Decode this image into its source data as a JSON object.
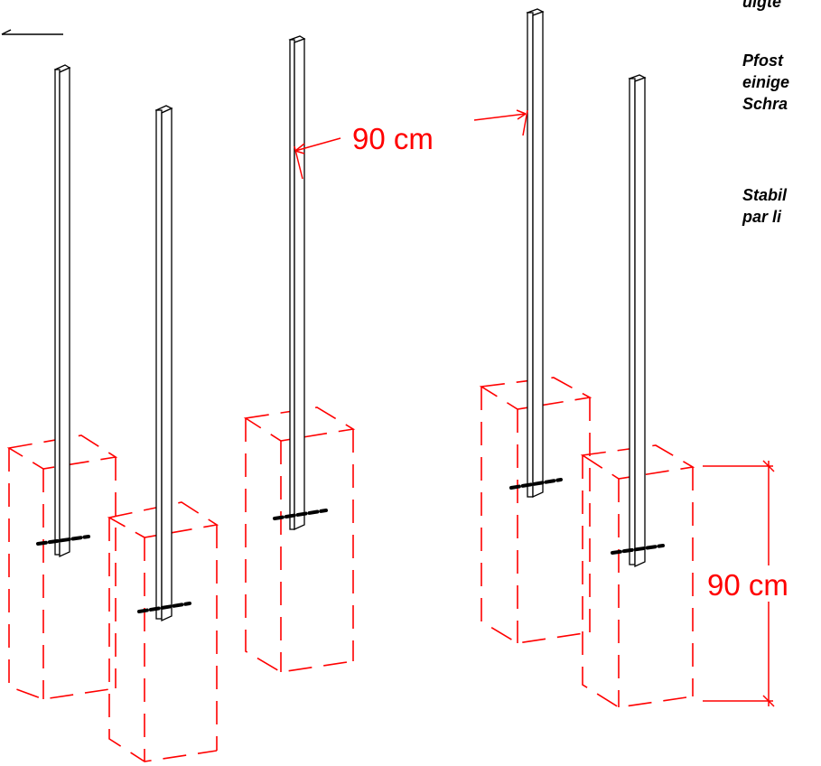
{
  "dimensions": {
    "post_spacing_label": "90 cm",
    "foundation_depth_label": "90 cm"
  },
  "notes": [
    {
      "lines": [
        "uigte"
      ]
    },
    {
      "lines": [
        "Pfost",
        "einige",
        "Schra"
      ]
    },
    {
      "lines": [
        "Stabil",
        "par li"
      ]
    }
  ],
  "colors": {
    "foundation_outline": "#ff0000",
    "dimension": "#ff0000",
    "post_outline": "#000000",
    "post_fill": "#ffffff",
    "anchor_bolt": "#000000"
  }
}
